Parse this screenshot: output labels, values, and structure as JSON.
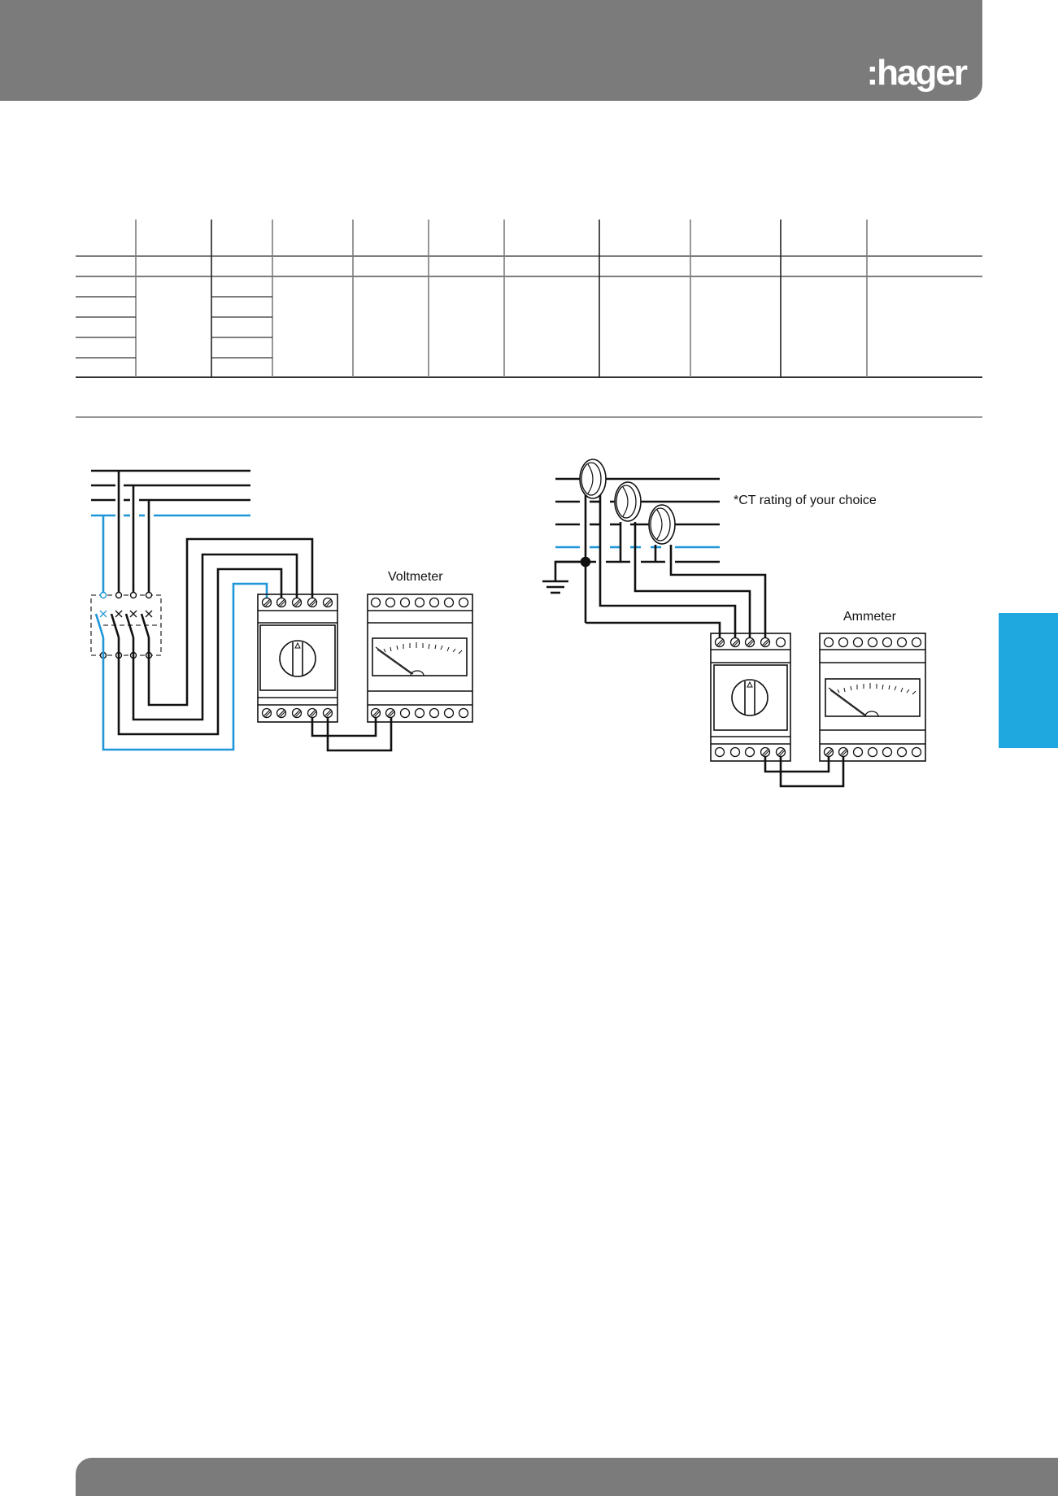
{
  "header": {
    "brand": ":hager",
    "band_color": "#7b7b7b"
  },
  "side_tab": {
    "color": "#1ea8df"
  },
  "footer": {
    "band_color": "#7b7b7b"
  },
  "spec_table": {
    "columns": 11,
    "header_rows": 2,
    "body_rows": 5,
    "cells_text": "none visible"
  },
  "diagrams": {
    "voltmeter": {
      "label": "Voltmeter",
      "meter_terminals_top": 7,
      "meter_terminals_bottom": 7,
      "selector_terminals_top": 5,
      "selector_terminals_bottom": 5
    },
    "ammeter": {
      "label": "Ammeter",
      "note": "*CT rating of your choice",
      "meter_terminals_top": 7,
      "meter_terminals_bottom": 7,
      "selector_terminals_top": 5,
      "selector_terminals_bottom": 5
    },
    "neutral_color": "#1e96d8",
    "wire_color": "#111111"
  }
}
